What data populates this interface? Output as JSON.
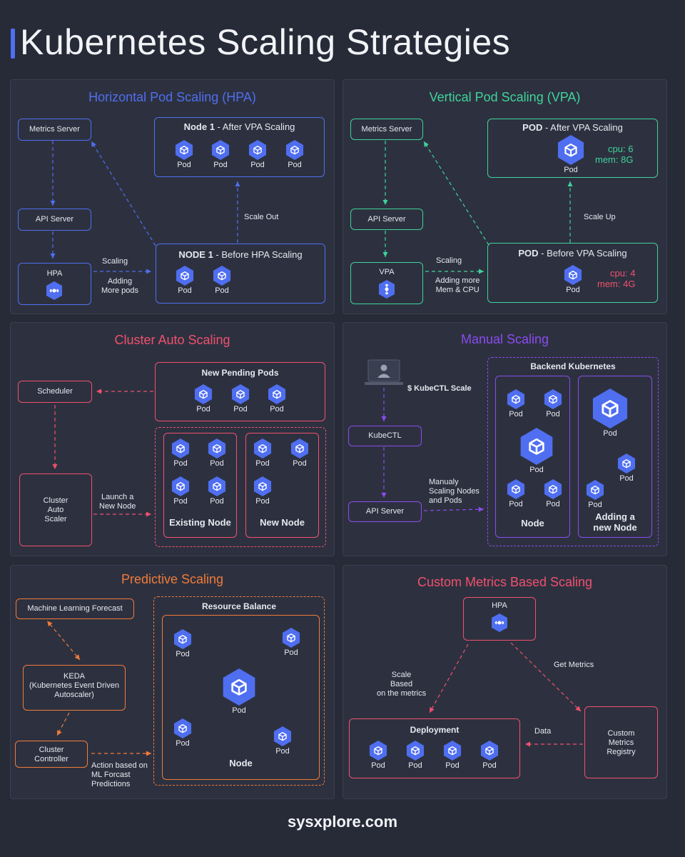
{
  "title": "Kubernetes Scaling Strategies",
  "footer": "sysxplore.com",
  "colors": {
    "blue": "#4f6ef0",
    "green": "#3fd39b",
    "red": "#f0506e",
    "purple": "#8a4bf0",
    "orange": "#f07a3a",
    "pod": "#4f6ef0"
  },
  "pod_label": "Pod",
  "hpa": {
    "title": "Horizontal Pod Scaling (HPA)",
    "metrics": "Metrics Server",
    "api": "API Server",
    "hpa": "HPA",
    "after_bold": "Node 1",
    "after_rest": " - After VPA Scaling",
    "before_bold": "NODE 1",
    "before_rest": " - Before HPA Scaling",
    "scale_out": "Scale Out",
    "scaling": "Scaling",
    "adding": "Adding\nMore pods"
  },
  "vpa": {
    "title": "Vertical Pod Scaling (VPA)",
    "metrics": "Metrics Server",
    "api": "API Server",
    "vpa": "VPA",
    "after_bold": "POD",
    "after_rest": " - After VPA Scaling",
    "after_res": "cpu: 6\nmem: 8G",
    "before_bold": "POD",
    "before_rest": " - Before VPA Scaling",
    "before_res": "cpu: 4\nmem: 4G",
    "scale_up": "Scale Up",
    "scaling": "Scaling",
    "adding": "Adding more\nMem & CPU"
  },
  "cluster": {
    "title": "Cluster Auto Scaling",
    "scheduler": "Scheduler",
    "autoscaler": "Cluster\nAuto\nScaler",
    "pending": "New Pending Pods",
    "launch": "Launch a\nNew Node",
    "existing": "Existing Node",
    "newnode": "New Node"
  },
  "manual": {
    "title": "Manual Scaling",
    "cmd": "$ KubeCTL Scale",
    "kubectl": "KubeCTL",
    "api": "API Server",
    "desc": "Manualy\nScaling Nodes\nand Pods",
    "backend": "Backend Kubernetes",
    "node": "Node",
    "adding": "Adding a\nnew Node"
  },
  "predictive": {
    "title": "Predictive Scaling",
    "ml": "Machine Learning Forecast",
    "keda": "KEDA\n(Kubernetes Event Driven\nAutoscaler)",
    "controller": "Cluster\nController",
    "action": "Action based on\nML Forcast\nPredictions",
    "balance": "Resource Balance",
    "node": "Node"
  },
  "custom": {
    "title": "Custom Metrics Based Scaling",
    "hpa": "HPA",
    "scale_based": "Scale\nBased\non the metrics",
    "get_metrics": "Get Metrics",
    "deployment": "Deployment",
    "data": "Data",
    "registry": "Custom\nMetrics\nRegistry"
  }
}
